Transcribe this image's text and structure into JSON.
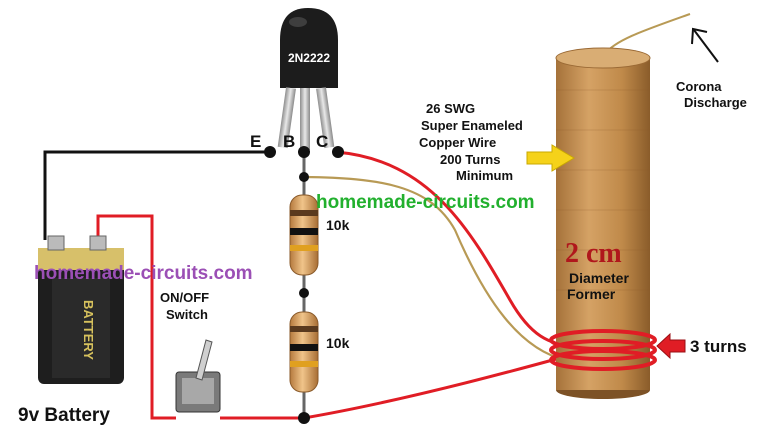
{
  "transistor": {
    "part": "2N2222",
    "pin_e": "E",
    "pin_b": "B",
    "pin_c": "C"
  },
  "resistors": {
    "r1": "10k",
    "r2": "10k"
  },
  "coil": {
    "wire_line1": "26 SWG",
    "wire_line2": "Super Enameled",
    "wire_line3": "Copper Wire",
    "turns_line1": "200 Turns",
    "turns_line2": "Minimum",
    "size": "2 cm",
    "diameter_line1": "Diameter",
    "diameter_line2": "Former",
    "primary_turns": "3 turns",
    "discharge_line1": "Corona",
    "discharge_line2": "Discharge"
  },
  "battery": {
    "label": "9v Battery",
    "case_text": "BATTERY"
  },
  "switch": {
    "line1": "ON/OFF",
    "line2": "Switch"
  },
  "watermarks": {
    "w1": "homemade-circuits.com",
    "w2": "homemade-circuits.com"
  },
  "colors": {
    "wire_red": "#e01d25",
    "wire_black": "#111111",
    "wire_tan": "#b89a55",
    "arrow_yellow": "#f5d21a",
    "arrow_red": "#e01d25",
    "former": "#c08a4a"
  }
}
